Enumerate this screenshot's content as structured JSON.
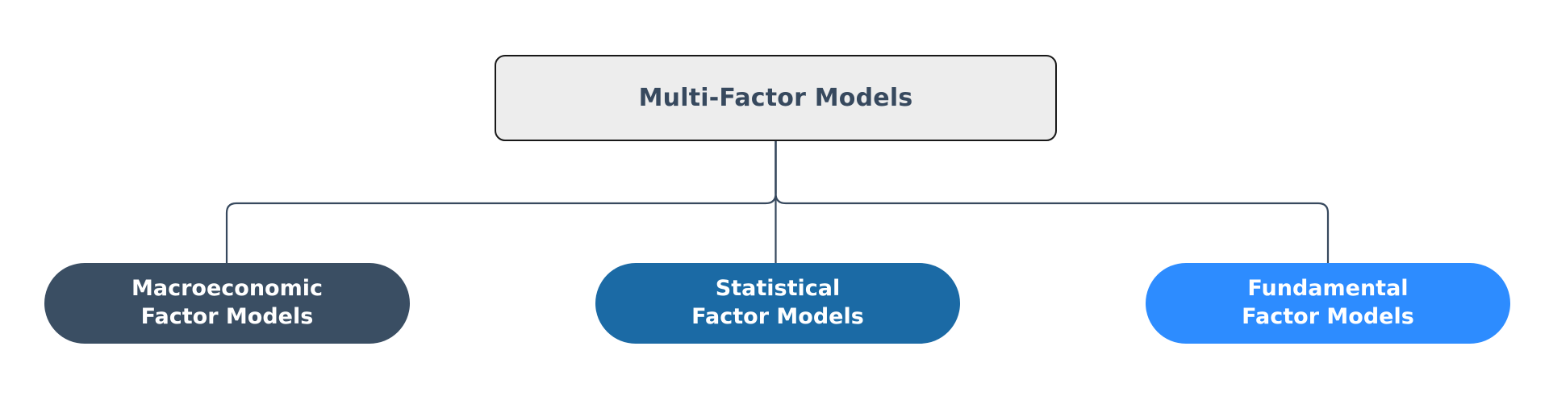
{
  "diagram": {
    "type": "hierarchy-tree",
    "orientation": "top-down",
    "background_color": "#ffffff",
    "edge_color": "#37495e",
    "root": {
      "label": "Multi-Factor Models",
      "fill_color": "#ededed",
      "border_color": "#181818",
      "text_color": "#37495e",
      "shape": "rounded-rectangle"
    },
    "children": [
      {
        "label_line1": "Macroeconomic",
        "label_line2": "Factor Models",
        "full_label": "Macroeconomic Factor Models",
        "fill_color": "#3a4e63",
        "text_color": "#ffffff",
        "shape": "pill"
      },
      {
        "label_line1": "Statistical",
        "label_line2": "Factor Models",
        "full_label": "Statistical Factor Models",
        "fill_color": "#1b6aa5",
        "text_color": "#ffffff",
        "shape": "pill"
      },
      {
        "label_line1": "Fundamental",
        "label_line2": "Factor Models",
        "full_label": "Fundamental Factor Models",
        "fill_color": "#2d8cff",
        "text_color": "#ffffff",
        "shape": "pill"
      }
    ]
  }
}
